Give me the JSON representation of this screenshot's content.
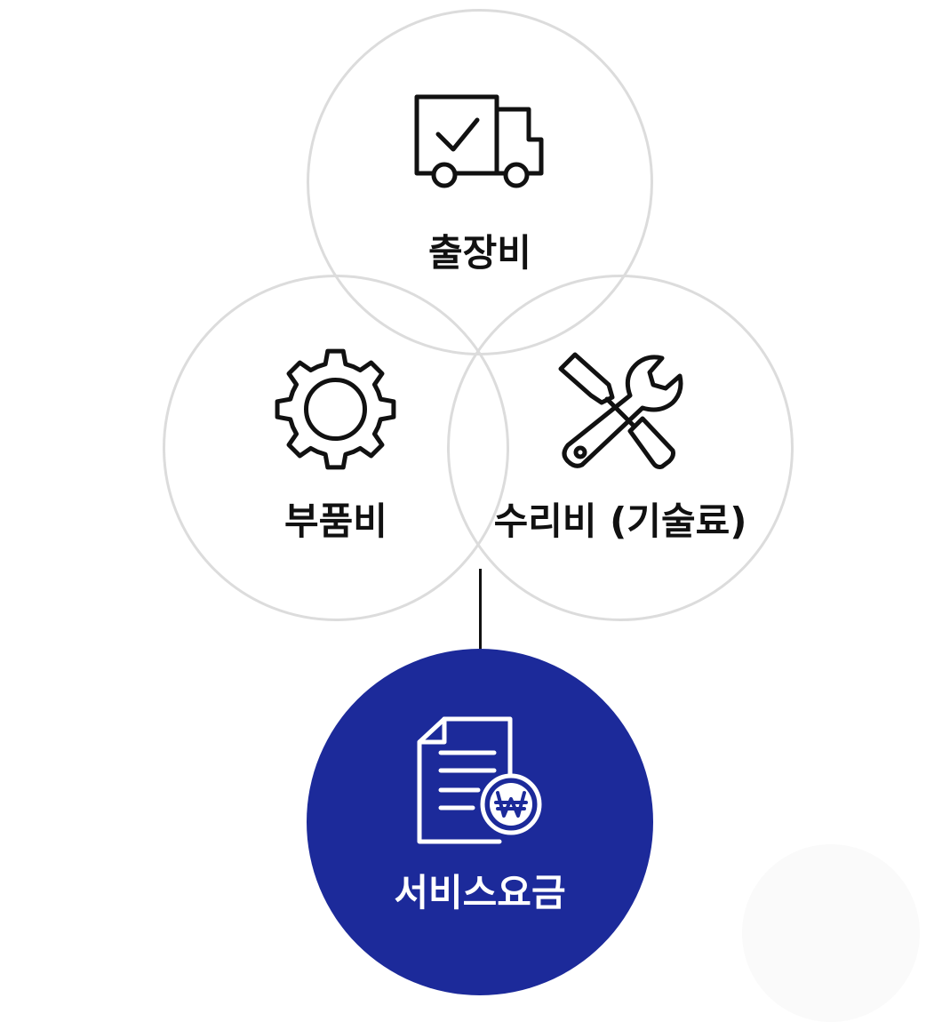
{
  "colors": {
    "ring_border": "#dcdcdc",
    "result_fill": "#1c2a9a",
    "icon_stroke": "#111111",
    "result_text": "#ffffff"
  },
  "components": [
    {
      "id": "travel",
      "label": "출장비",
      "icon": "truck-check-icon"
    },
    {
      "id": "parts",
      "label": "부품비",
      "icon": "gear-icon"
    },
    {
      "id": "repair",
      "label": "수리비 (기술료)",
      "icon": "wrench-screwdriver-icon"
    }
  ],
  "result": {
    "label": "서비스요금",
    "icon": "invoice-won-icon"
  }
}
